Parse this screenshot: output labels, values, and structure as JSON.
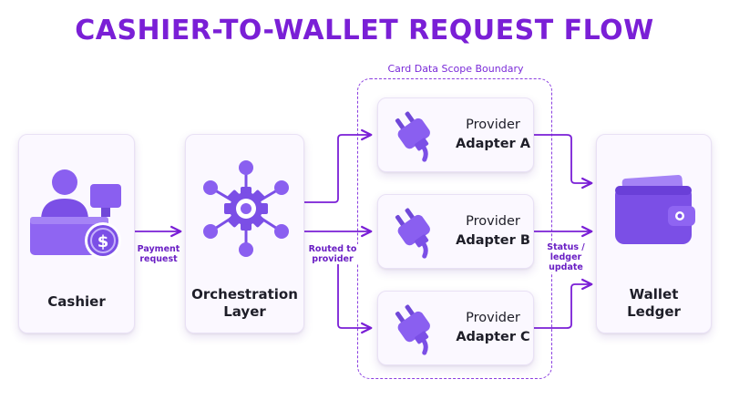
{
  "title": "CASHIER-TO-WALLET REQUEST FLOW",
  "scope": {
    "label": "Card Data Scope Boundary"
  },
  "nodes": {
    "cashier": {
      "label": "Cashier",
      "icon": "cashier-person-icon"
    },
    "orchestration": {
      "label_line1": "Orchestration",
      "label_line2": "Layer",
      "icon": "network-gear-icon"
    },
    "adapter_a": {
      "line1": "Provider",
      "line2": "Adapter A",
      "icon": "plug-icon"
    },
    "adapter_b": {
      "line1": "Provider",
      "line2": "Adapter B",
      "icon": "plug-icon"
    },
    "adapter_c": {
      "line1": "Provider",
      "line2": "Adapter C",
      "icon": "plug-icon"
    },
    "wallet": {
      "label_line1": "Wallet",
      "label_line2": "Ledger",
      "icon": "wallet-icon"
    }
  },
  "edges": {
    "payment_request": {
      "line1": "Payment",
      "line2": "request"
    },
    "routed_to_provider": {
      "line1": "Routed to",
      "line2": "provider"
    },
    "status_ledger": {
      "line1": "Status /",
      "line2": "ledger",
      "line3": "update"
    }
  },
  "colors": {
    "accent": "#7a1fd6",
    "icon_purple": "#7b4fe6",
    "icon_light": "#b59bf7",
    "arrow": "#7a1fd6",
    "text": "#1e1e28"
  }
}
